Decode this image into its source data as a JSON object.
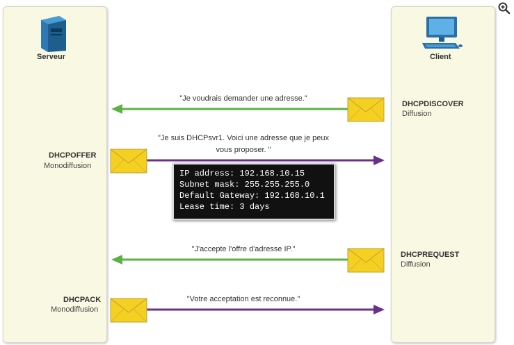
{
  "devices": {
    "server_label": "Serveur",
    "client_label": "Client"
  },
  "messages": [
    {
      "name": "DHCPDISCOVER",
      "type": "Diffusion",
      "quote": "\"Je voudrais demander une adresse.\"",
      "direction": "client-to-server",
      "color": "#5cb145"
    },
    {
      "name": "DHCPOFFER",
      "type": "Monodiffusion",
      "quote_line1": "\"Je suis DHCPsvr1. Voici une adresse que je peux",
      "quote_line2": "vous proposer. \"",
      "direction": "server-to-client",
      "color": "#6a2f8a"
    },
    {
      "name": "DHCPREQUEST",
      "type": "Diffusion",
      "quote": "\"J'accepte l'offre d'adresse IP.\"",
      "direction": "client-to-server",
      "color": "#5cb145"
    },
    {
      "name": "DHCPACK",
      "type": "Monodiffusion",
      "quote": "\"Votre acceptation est reconnue.\"",
      "direction": "server-to-client",
      "color": "#6a2f8a"
    }
  ],
  "offer_details": [
    "IP address: 192.168.10.15",
    "Subnet mask: 255.255.255.0",
    "Default Gateway: 192.168.10.1",
    "Lease time: 3 days"
  ],
  "icons": {
    "server": "server-icon",
    "client": "computer-icon",
    "envelope": "envelope-icon",
    "zoom": "zoom-in-icon"
  },
  "colors": {
    "column_bg": "#f8f8e3",
    "broadcast_arrow": "#5cb145",
    "unicast_arrow": "#6a2f8a",
    "envelope": "#f5d020"
  }
}
